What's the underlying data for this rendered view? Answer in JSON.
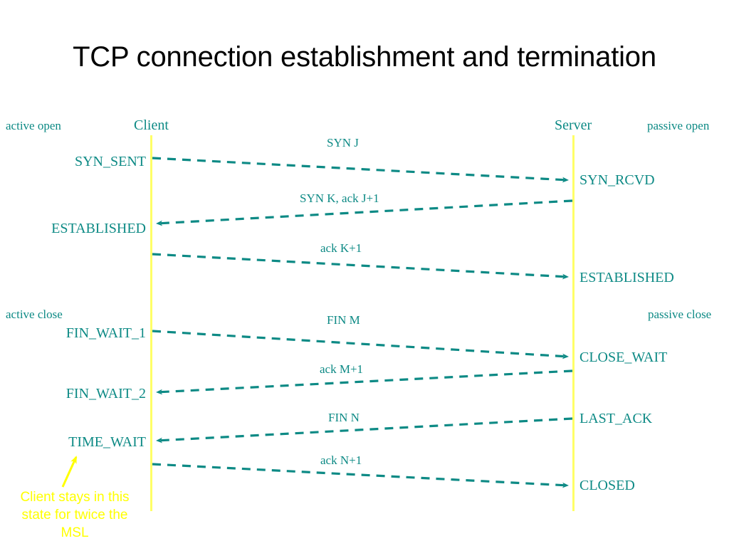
{
  "slide": {
    "title": "TCP connection establishment and termination",
    "background_color": "#ffffff",
    "title_color": "#000000",
    "teal": "#0d8a85",
    "yellow": "#ffff00",
    "lifeline_color": "#ffff66"
  },
  "lifelines": {
    "client_label": "Client",
    "server_label": "Server"
  },
  "side_notes": {
    "active_open": "active open",
    "passive_open": "passive open",
    "active_close": "active close",
    "passive_close": "passive close"
  },
  "client_states": [
    {
      "label": "SYN_SENT"
    },
    {
      "label": "ESTABLISHED"
    },
    {
      "label": "FIN_WAIT_1"
    },
    {
      "label": "FIN_WAIT_2"
    },
    {
      "label": "TIME_WAIT"
    }
  ],
  "server_states": [
    {
      "label": "SYN_RCVD"
    },
    {
      "label": "ESTABLISHED"
    },
    {
      "label": "CLOSE_WAIT"
    },
    {
      "label": "LAST_ACK"
    },
    {
      "label": "CLOSED"
    }
  ],
  "messages": [
    {
      "label": "SYN J",
      "direction": "client-to-server"
    },
    {
      "label": "SYN K, ack J+1",
      "direction": "server-to-client"
    },
    {
      "label": "ack K+1",
      "direction": "client-to-server"
    },
    {
      "label": "FIN M",
      "direction": "client-to-server"
    },
    {
      "label": "ack M+1",
      "direction": "server-to-client"
    },
    {
      "label": "FIN N",
      "direction": "server-to-client"
    },
    {
      "label": "ack N+1",
      "direction": "client-to-server"
    }
  ],
  "annotation": {
    "text": "Client stays in this\nstate for twice the\nMSL"
  }
}
